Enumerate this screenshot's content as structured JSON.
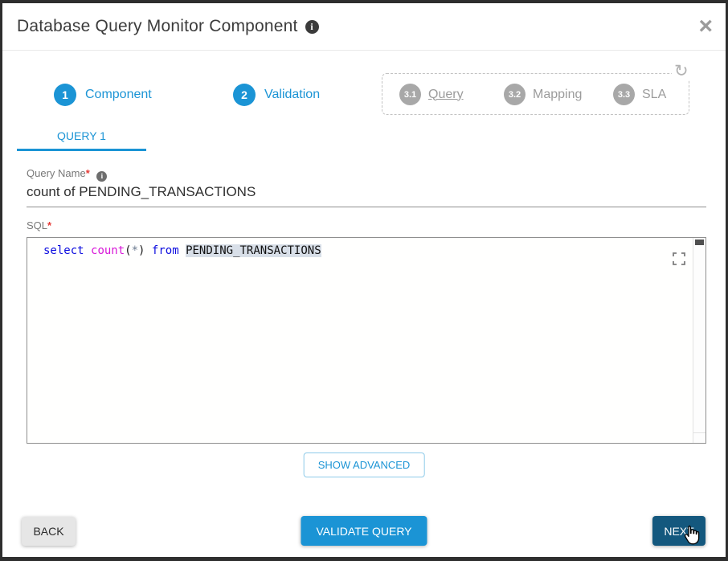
{
  "modal": {
    "title": "Database Query Monitor Component"
  },
  "icons": {
    "info_glyph": "i",
    "close_glyph": "×",
    "refresh_glyph": "↻"
  },
  "steps": {
    "step1": {
      "number": "1",
      "label": "Component"
    },
    "step2": {
      "number": "2",
      "label": "Validation"
    },
    "group": {
      "step31": {
        "number": "3.1",
        "label": "Query"
      },
      "step32": {
        "number": "3.2",
        "label": "Mapping"
      },
      "step33": {
        "number": "3.3",
        "label": "SLA"
      }
    }
  },
  "tabs": {
    "query1": "QUERY 1"
  },
  "form": {
    "query_name": {
      "label": "Query Name",
      "required_mark": "*",
      "value": "count of PENDING_TRANSACTIONS"
    },
    "sql": {
      "label": "SQL",
      "required_mark": "*",
      "code": {
        "kw_select": "select ",
        "fn_count": "count",
        "paren_open": "(",
        "star": "*",
        "paren_close": ")",
        "kw_from": " from ",
        "table_name": "PENDING_TRANSACTIONS"
      }
    }
  },
  "buttons": {
    "show_advanced": "SHOW ADVANCED",
    "back": "BACK",
    "validate": "VALIDATE QUERY",
    "next": "NEXT"
  },
  "colors": {
    "accent": "#1b94d5",
    "next_bg": "#14587e",
    "required": "#e53935",
    "keyword": "#0b0bdf",
    "function": "#d816d8",
    "selection_bg": "#d8dfe8"
  }
}
